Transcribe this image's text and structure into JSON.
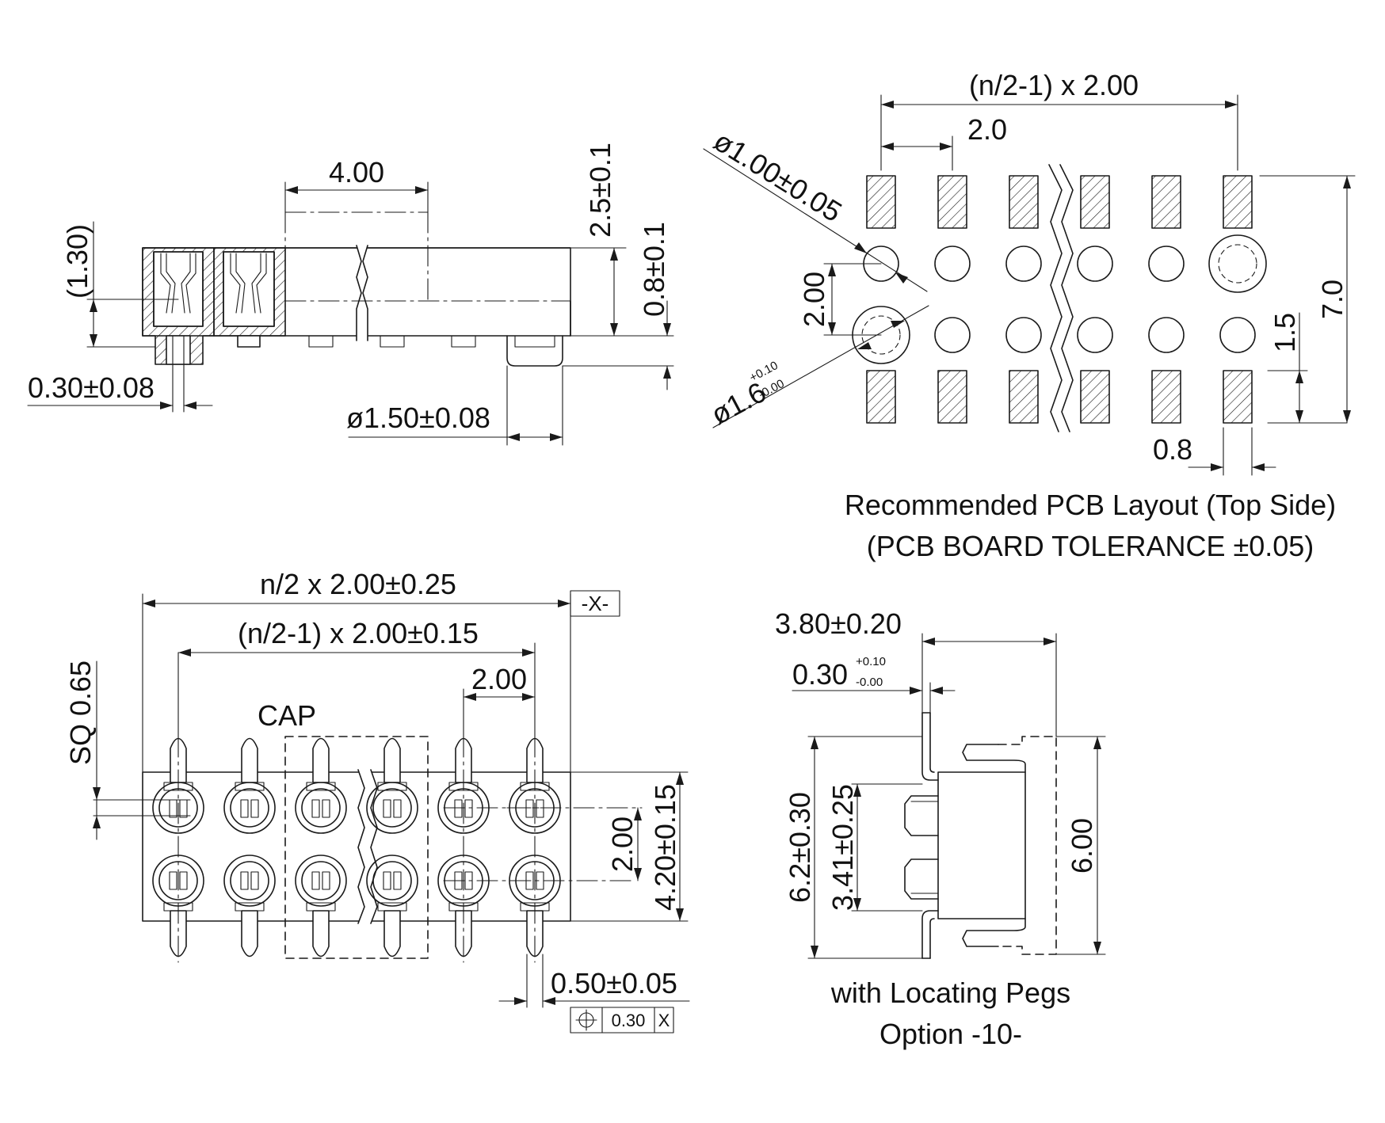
{
  "side_view": {
    "dim_pitch": "4.00",
    "dim_height_top": "2.5±0.1",
    "dim_height_bottom": "0.8±0.1",
    "dim_contact": "(1.30)",
    "dim_pin": "0.30±0.08",
    "dim_peg": "ø1.50±0.08"
  },
  "pcb_layout": {
    "dim_total": "(n/2-1) x 2.00",
    "dim_pitch": "2.0",
    "dim_hole_small": "ø1.00±0.05",
    "dim_row_pitch": "2.00",
    "dim_hole_big_base": "ø1.6",
    "dim_hole_big_plus": "+0.10",
    "dim_hole_big_minus": "-0.00",
    "dim_pad_height": "1.5",
    "dim_total_height": "7.0",
    "dim_pad_width": "0.8",
    "caption_line1": "Recommended PCB Layout (Top Side)",
    "caption_line2": "(PCB BOARD TOLERANCE ±0.05)"
  },
  "top_view": {
    "dim_overall": "n/2 x 2.00±0.25",
    "datum_label": "-X-",
    "dim_span": "(n/2-1) x 2.00±0.15",
    "dim_pitch": "2.00",
    "label_cap": "CAP",
    "dim_sq": "SQ 0.65",
    "dim_row_pitch": "2.00",
    "dim_width": "4.20±0.15",
    "dim_pin_width": "0.50±0.05",
    "gdt_tolerance": "0.30",
    "gdt_datum": "X"
  },
  "end_view": {
    "dim_depth": "3.80±0.20",
    "dim_thick_base": "0.30",
    "dim_thick_plus": "+0.10",
    "dim_thick_minus": "-0.00",
    "dim_overall": "6.2±0.30",
    "dim_inner": "3.41±0.25",
    "dim_cap": "6.00",
    "caption_line1": "with Locating Pegs",
    "caption_line2": "Option -10-"
  }
}
